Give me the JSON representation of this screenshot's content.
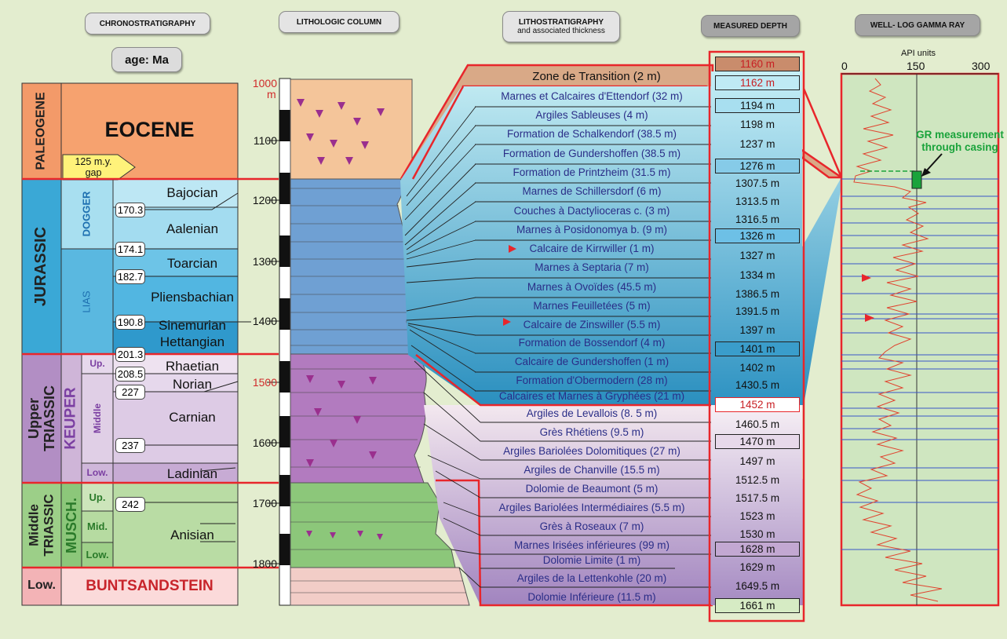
{
  "headers": {
    "chrono": "CHRONOSTRATIGRAPHY",
    "litho_col": "LITHOLOGIC COLUMN",
    "lithostrat_1": "LITHOSTRATIGRAPHY",
    "lithostrat_2": "and associated thickness",
    "depth": "MEASURED DEPTH",
    "gamma": "WELL- LOG GAMMA RAY",
    "age_unit": "age: Ma"
  },
  "periods": {
    "paleogene": "PALEOGENE",
    "jurassic": "JURASSIC",
    "upper_triassic_1": "Upper",
    "upper_triassic_2": "TRIASSIC",
    "middle_triassic_1": "Middle",
    "middle_triassic_2": "TRIASSIC",
    "low": "Low."
  },
  "epochs": {
    "eocene": "EOCENE",
    "dogger": "DOGGER",
    "lias": "LIAS",
    "keuper": "KEUPER",
    "musch": "MUSCH.",
    "buntsandstein": "BUNTSANDSTEIN",
    "gap": "125 m.y.\ngap"
  },
  "sub_epochs": {
    "up": "Up.",
    "middle": "Middle",
    "low": "Low.",
    "m_up": "Up.",
    "m_mid": "Mid.",
    "m_low": "Low."
  },
  "stages": {
    "bajocian": "Bajocian",
    "aalenian": "Aalenian",
    "toarcian": "Toarcian",
    "pliensbachian": "Pliensbachian",
    "sinemurian": "Sinemurian",
    "hettangian": "Hettangian",
    "rhaetian": "Rhaetian",
    "norian": "Norian",
    "carnian": "Carnian",
    "ladinian": "Ladinian",
    "anisian": "Anisian"
  },
  "ages": [
    "170.3",
    "174.1",
    "182.7",
    "190.8",
    "201.3",
    "208.5",
    "227",
    "237",
    "242"
  ],
  "depth_ticks": [
    "1000",
    "1100",
    "1200",
    "1300",
    "1400",
    "1500",
    "1600",
    "1700",
    "1800"
  ],
  "depth_unit": "m",
  "lithostratigraphy": [
    "Zone de Transition (2 m)",
    "Marnes et Calcaires d'Ettendorf (32 m)",
    "Argiles Sableuses (4 m)",
    "Formation de Schalkendorf (38.5 m)",
    "Formation de Gundershoffen (38.5 m)",
    "Formation de Printzheim (31.5 m)",
    "Marnes de Schillersdorf (6 m)",
    "Couches à Dactylioceras c. (3 m)",
    "Marnes à Posidonomya b. (9 m)",
    "Calcaire de Kirrwiller (1 m)",
    "Marnes à Septaria (7 m)",
    "Marnes à Ovoïdes (45.5 m)",
    "Marnes Feuilletées (5 m)",
    "Calcaire de Zinswiller (5.5 m)",
    "Formation de Bossendorf (4 m)",
    "Calcaire de Gundershoffen (1 m)",
    "Formation d'Obermodern (28 m)",
    "Calcaires et Marnes à Gryphées (21 m)",
    "Argiles de Levallois (8. 5 m)",
    "Grès Rhétiens (9.5 m)",
    "Argiles Bariolées Dolomitiques (27 m)",
    "Argiles de Chanville (15.5 m)",
    "Dolomie de Beaumont (5 m)",
    "Argiles Bariolées Intermédiaires (5.5 m)",
    "Grès à Roseaux (7 m)",
    "Marnes Irisées inférieures (99 m)",
    "Dolomie Limite (1 m)",
    "Argiles de la Lettenkohle (20 m)",
    "Dolomie Inférieure (11.5 m)"
  ],
  "measured_depths": [
    "1160 m",
    "1162 m",
    "1194 m",
    "1198 m",
    "1237 m",
    "1276 m",
    "1307.5 m",
    "1313.5 m",
    "1316.5 m",
    "1326 m",
    "1327 m",
    "1334 m",
    "1386.5 m",
    "1391.5 m",
    "1397 m",
    "1401 m",
    "1402 m",
    "1430.5 m",
    "1452 m",
    "1460.5 m",
    "1470 m",
    "1497 m",
    "1512.5 m",
    "1517.5 m",
    "1523 m",
    "1530 m",
    "1628 m",
    "1629 m",
    "1649.5 m",
    "1661 m"
  ],
  "gamma": {
    "units": "API units",
    "ticks": [
      "0",
      "150",
      "300"
    ],
    "annotation": "GR measurement\nthrough casing"
  },
  "colors": {
    "accent_red": "#e8262b",
    "annotation_green": "#1aa33b",
    "label_blue": "#2a2d87"
  }
}
